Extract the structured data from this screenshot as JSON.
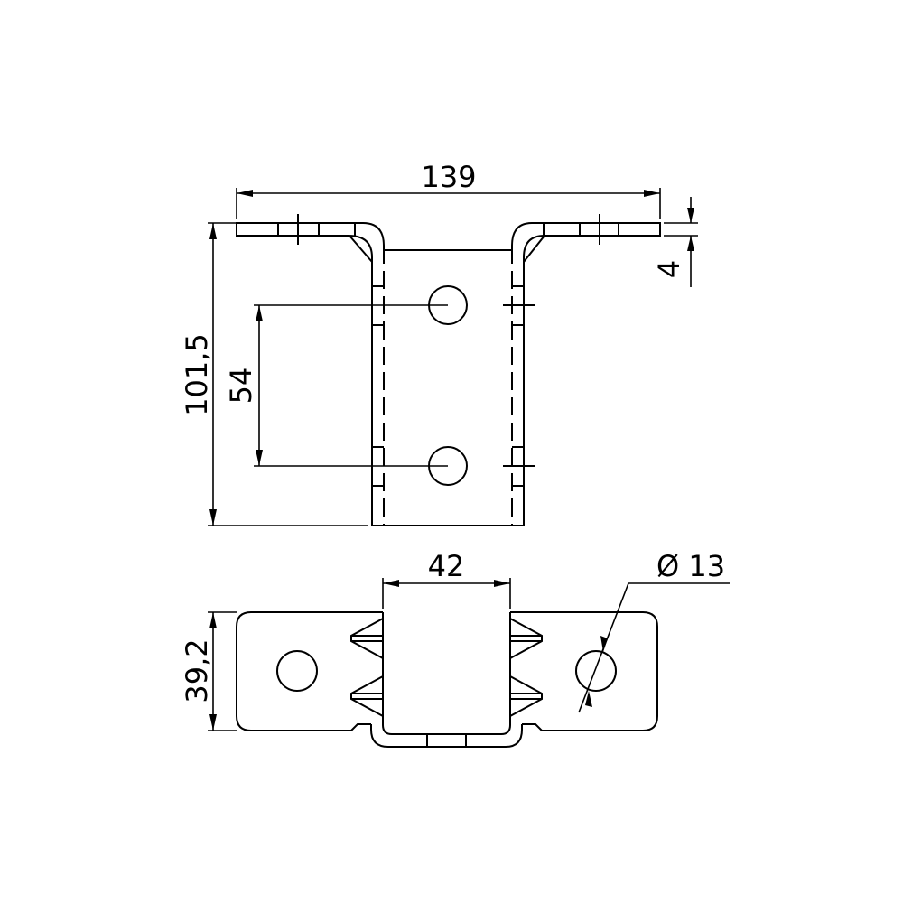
{
  "drawing": {
    "title": "Bracket technical drawing",
    "dimensions": {
      "overall_width": "139",
      "thickness": "4",
      "overall_height": "101,5",
      "hole_spacing": "54",
      "inner_width": "42",
      "hole_diameter": "Ø 13",
      "depth": "39,2"
    },
    "line_color": "#000000"
  }
}
